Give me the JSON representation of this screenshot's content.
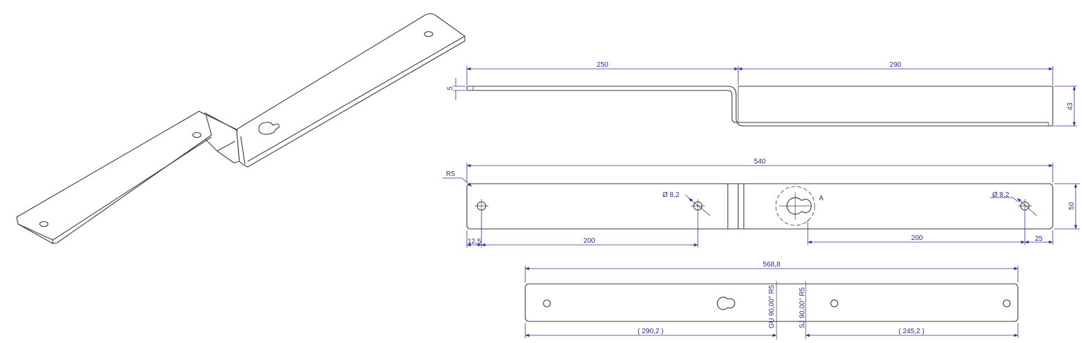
{
  "colors": {
    "part_line": "#3a3a3a",
    "dimension": "#2b2b9a",
    "background": "#ffffff"
  },
  "side_view": {
    "dim_left_length": "250",
    "dim_right_length": "290",
    "dim_thickness": "5",
    "dim_height": "43"
  },
  "top_view": {
    "dim_total_length": "540",
    "dim_radius": "R5",
    "dim_hole_left": "Ø 8,2",
    "dim_hole_right": "Ø 8,2",
    "dim_width": "50",
    "dim_edge_offset": "12,5",
    "dim_hole_spacing_left": "200",
    "dim_hole_spacing_right": "200",
    "dim_right_offset": "25",
    "section_mark": "A"
  },
  "flat_view": {
    "dim_flat_length": "568,8",
    "dim_left_segment": "( 290,2 )",
    "dim_right_segment": "( 245,2 )",
    "bend_note_up": "GU 90,00° R5",
    "bend_note_down": "SJ 90,00° R5"
  }
}
